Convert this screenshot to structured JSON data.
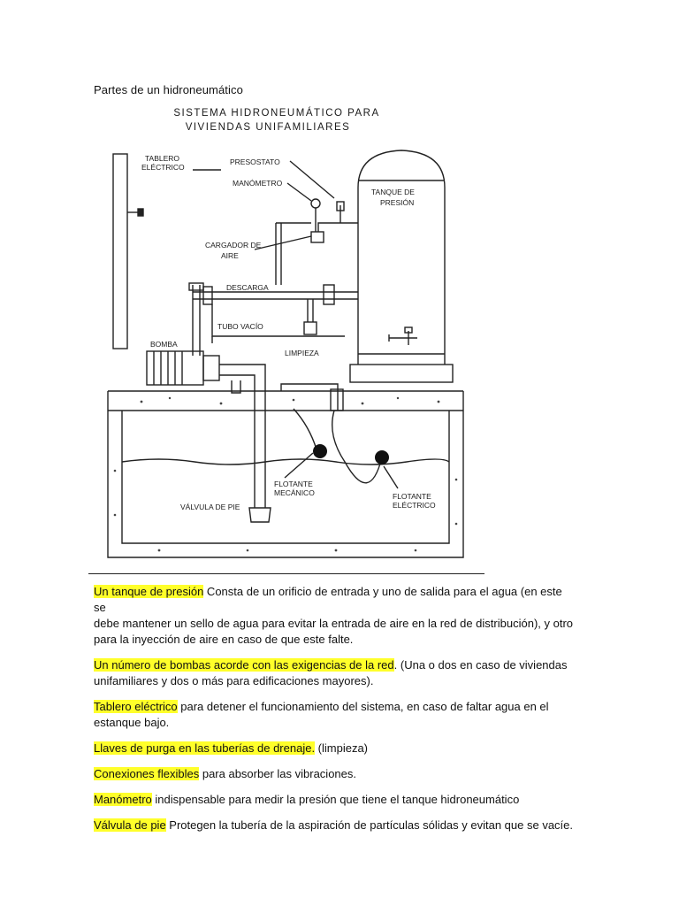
{
  "document": {
    "title": "Partes de un hidroneumático"
  },
  "diagram": {
    "title_line1": "SISTEMA HIDRONEUMÁTICO PARA",
    "title_line2": "VIVIENDAS UNIFAMILIARES",
    "labels": {
      "tablero_1": "TABLERO",
      "tablero_2": "ELÉCTRICO",
      "presostato": "PRESOSTATO",
      "manometro": "MANÓMETRO",
      "tanque_1": "TANQUE DE",
      "tanque_2": "PRESIÓN",
      "cargador_1": "CARGADOR DE",
      "cargador_2": "AIRE",
      "descarga": "DESCARGA",
      "tubo_vacio": "TUBO VACÍO",
      "bomba": "BOMBA",
      "limpieza": "LIMPIEZA",
      "flotante_mec_1": "FLOTANTE",
      "flotante_mec_2": "MECÁNICO",
      "flotante_ele_1": "FLOTANTE",
      "flotante_ele_2": "ELÉCTRICO",
      "valvula_pie": "VÁLVULA DE PIE"
    }
  },
  "parts": [
    {
      "term": "Un tanque de presión",
      "description_line1": " Consta de un orificio de entrada y uno de salida para el agua (en este se",
      "description_line2": "debe mantener un sello de agua para evitar la entrada de aire en la red de distribución), y otro",
      "description_line3": "para la inyección de aire en caso de que este falte."
    },
    {
      "term": "Un número de bombas acorde con las exigencias de la red",
      "description_line1": ". (Una o dos en caso de viviendas",
      "description_line2": "unifamiliares y dos o más para edificaciones mayores)."
    },
    {
      "term": "Tablero eléctrico",
      "description_line1": " para detener el funcionamiento del sistema, en caso de faltar agua en el",
      "description_line2": "estanque bajo."
    },
    {
      "term": "Llaves de purga en las tuberías de drenaje.",
      "description_line1": " (limpieza)"
    },
    {
      "term": "Conexiones flexibles",
      "description_line1": " para absorber las vibraciones."
    },
    {
      "term": "Manómetro",
      "description_line1": " indispensable para medir la presión que tiene el tanque hidroneumático"
    },
    {
      "term": "Válvula de pie",
      "description_line1": "  Protegen la tubería de la aspiración de partículas sólidas y evitan que se vacíe."
    }
  ],
  "colors": {
    "highlight": "#ffff2a",
    "diagram_title": "#1a1a1a",
    "ink": "#111111"
  }
}
